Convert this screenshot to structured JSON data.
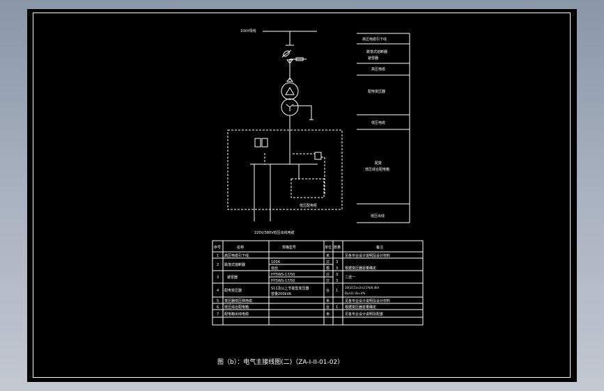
{
  "drawing": {
    "title": "图（b）：电气主接线图(二)（ZA-I-II-01-02）",
    "busbar_label": "10kV母线",
    "bottom_label": "220V/380V低压出线电缆",
    "low_voltage_box_label": "低压配电柜"
  },
  "side_labels": [
    {
      "label": "高压电缆引下线"
    },
    {
      "label": "跌落式熔断器\n避雷器"
    },
    {
      "label": "高压电缆"
    },
    {
      "label": "配电变压器"
    },
    {
      "label": "低压电缆"
    },
    {
      "label": "配变\n低压综合配电箱"
    },
    {
      "label": "低压出线"
    }
  ],
  "table": {
    "headers": [
      "序号",
      "名称",
      "规格型号",
      "单位",
      "数量",
      "备注"
    ],
    "rows": [
      {
        "no": "1",
        "name": "高压电缆引下线",
        "spec": "",
        "unit": "米",
        "qty": "",
        "note": "见各专业设计说明及设计材料"
      },
      {
        "no": "2",
        "name": "跌落式熔断器",
        "spec": "100A",
        "unit": "只",
        "qty": "3",
        "note": ""
      },
      {
        "no": "",
        "name": "",
        "spec": "熔丝",
        "unit": "根",
        "qty": "3",
        "note": "根据变压器容量确定"
      },
      {
        "no": "3",
        "name": "避雷器",
        "spec": "HY5WS-17/50",
        "unit": "只",
        "qty": "3",
        "note": "二选一"
      },
      {
        "no": "",
        "name": "",
        "spec": "HY5WS-17/50",
        "unit": "只",
        "qty": "3",
        "note": ""
      },
      {
        "no": "4",
        "name": "配电变压器",
        "spec": "S11及以上节能型变压器 容量200kVA",
        "unit": "台",
        "qty": "1",
        "note": "10(10.5)±2×2.5%/0.4kV Dyn11 Uk=4%"
      },
      {
        "no": "5",
        "name": "变压器低压侧电缆",
        "spec": "",
        "unit": "米",
        "qty": "",
        "note": "见各专业设计说明及设计材料"
      },
      {
        "no": "6",
        "name": "低压综合配电箱",
        "spec": "",
        "unit": "台",
        "qty": "1",
        "note": "根据变压器容量确定"
      },
      {
        "no": "7",
        "name": "配电箱出线电缆",
        "spec": "",
        "unit": "米",
        "qty": "",
        "note": "见各专业设计说明及配置"
      }
    ]
  },
  "colors": {
    "background": "#000000",
    "line": "#ffffff",
    "viewport": "#a9b2c0"
  }
}
